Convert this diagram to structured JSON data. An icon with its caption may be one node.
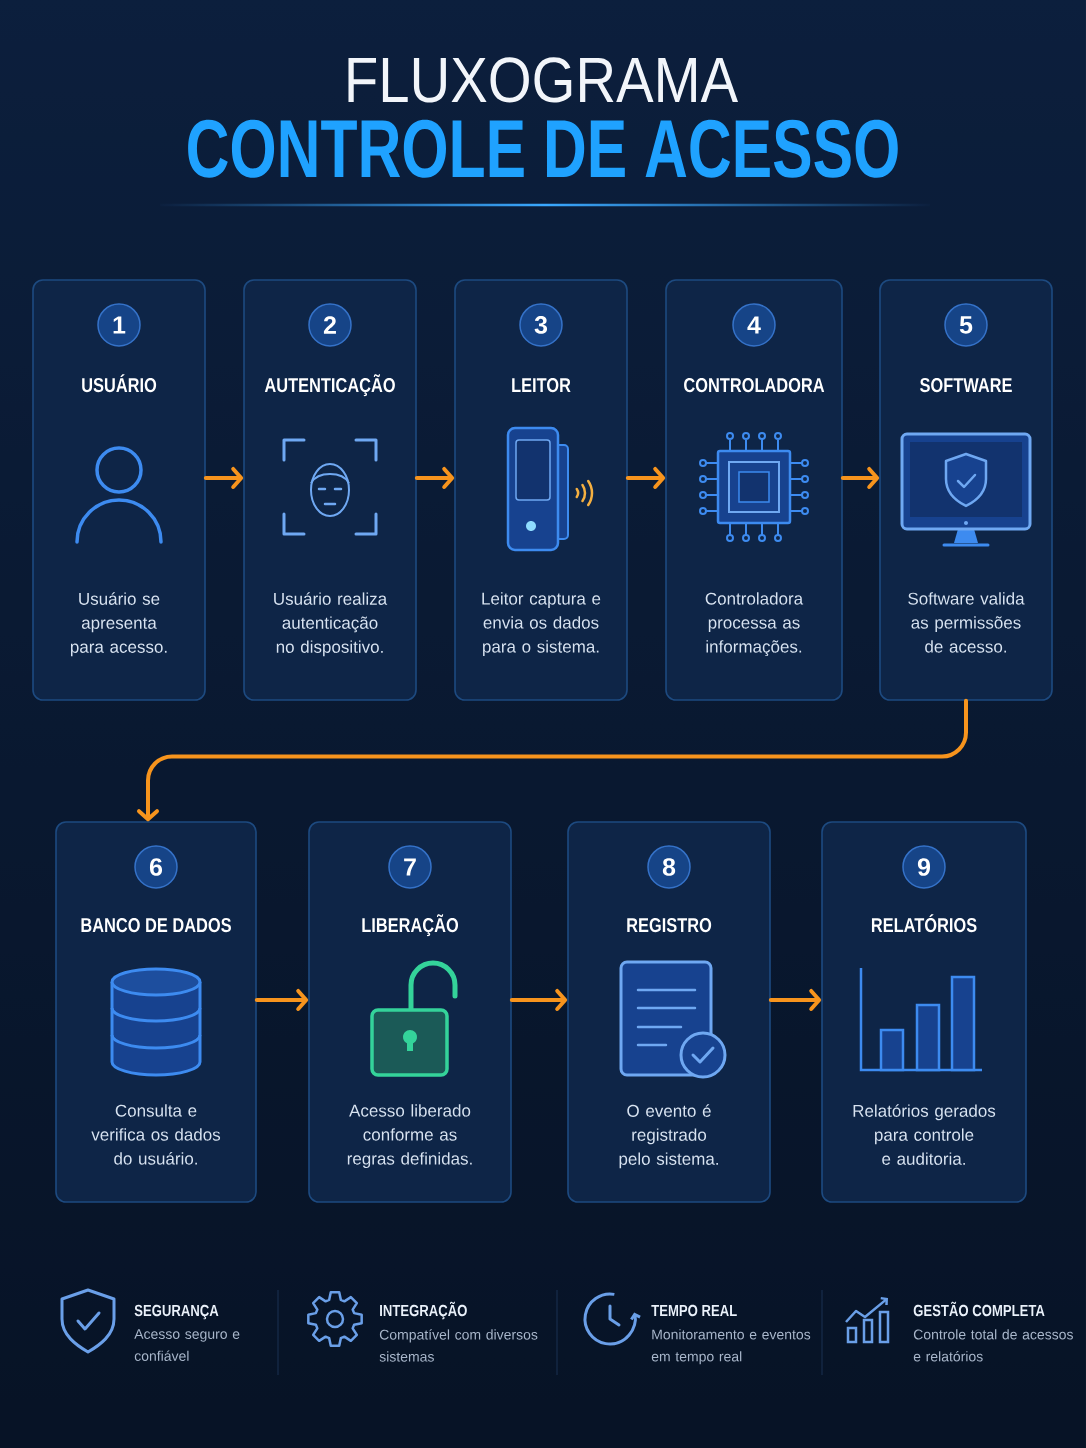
{
  "diagram": {
    "title": "FLUXOGRAMA",
    "nodes": [
      {
        "text": [
          "USUÁRIO",
          "Usuário se apresenta para acesso."
        ]
      },
      {
        "text": [
          "1"
        ],
        "in": 0
      },
      {
        "text": [
          "AUTENTICAÇÃO",
          "Usuário realiza autenticação no dispositivo."
        ]
      },
      {
        "text": [
          "2"
        ],
        "in": 2
      },
      {
        "text": [
          "LEITOR",
          "Leitor captura e envia os dados para o sistema."
        ]
      },
      {
        "text": [
          "3"
        ],
        "in": 4
      },
      {
        "text": [
          "CONTROLADORA",
          "Controladora processa as informações."
        ]
      },
      {
        "text": [
          "4"
        ],
        "in": 6
      },
      {
        "text": [
          "SOFTWARE",
          "Software valida as permissões de acesso."
        ]
      },
      {
        "text": [
          "5"
        ],
        "in": 8
      },
      {
        "text": [
          "BANCO DE DADOS",
          "Consulta e verifica os dados do usuário."
        ]
      },
      {
        "text": [
          "6"
        ],
        "in": 10
      },
      {
        "text": [
          "LIBERAÇÃO",
          "Acesso liberado conforme as regras definidas."
        ]
      },
      {
        "text": [
          "7"
        ],
        "in": 12
      },
      {
        "text": [
          "REGISTRO",
          "O evento é registrado pelo sistema."
        ]
      },
      {
        "text": [
          "8"
        ],
        "in": 14
      },
      {
        "text": [
          "RELATÓRIOS",
          "Relatórios gerados para controle e auditoria."
        ]
      },
      {
        "text": [
          "9"
        ],
        "in": 16
      }
    ],
    "edges": [
      {
        "from": 0,
        "to": 2,
        "arrow": "to"
      },
      {
        "from": 2,
        "to": 4,
        "arrow": "to"
      },
      {
        "from": 4,
        "to": 6,
        "arrow": "to"
      },
      {
        "from": 6,
        "to": 8,
        "arrow": "to"
      },
      {
        "from": 8,
        "to": 10,
        "arrow": "to"
      },
      {
        "from": 10,
        "to": 12,
        "arrow": "to"
      },
      {
        "from": 12,
        "to": 14,
        "arrow": "to"
      },
      {
        "from": 14,
        "to": 16,
        "arrow": "to"
      }
    ],
    "labels": [
      "CONTROLE DE ACESSO",
      "SEGURANÇA",
      "Acesso seguro e confiável",
      "INTEGRAÇÃO",
      "Compatível com diversos sistemas",
      "TEMPO REAL",
      "Monitoramento e eventos em tempo real",
      "GESTÃO COMPLETA",
      "Controle total de acessos e relatórios"
    ]
  }
}
